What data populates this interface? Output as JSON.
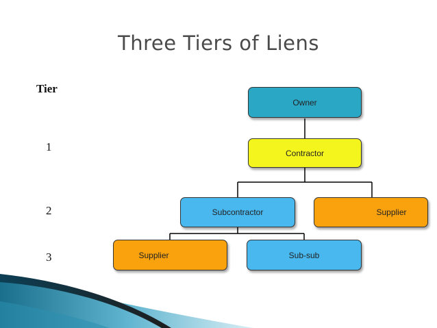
{
  "title": "Three Tiers of Liens",
  "tier_header": "Tier",
  "tiers": [
    "1",
    "2",
    "3"
  ],
  "nodes": {
    "owner": {
      "label": "Owner",
      "color": "#2aa7c5"
    },
    "contractor": {
      "label": "Contractor",
      "color": "#f5f51e"
    },
    "subcontractor": {
      "label": "Subcontractor",
      "color": "#48b8ef"
    },
    "supplier_tier2": {
      "label": "Supplier",
      "color": "#f9a20e"
    },
    "supplier_tier3": {
      "label": "Supplier",
      "color": "#f9a20e"
    },
    "subsub": {
      "label": "Sub-sub",
      "color": "#48b8ef"
    }
  }
}
